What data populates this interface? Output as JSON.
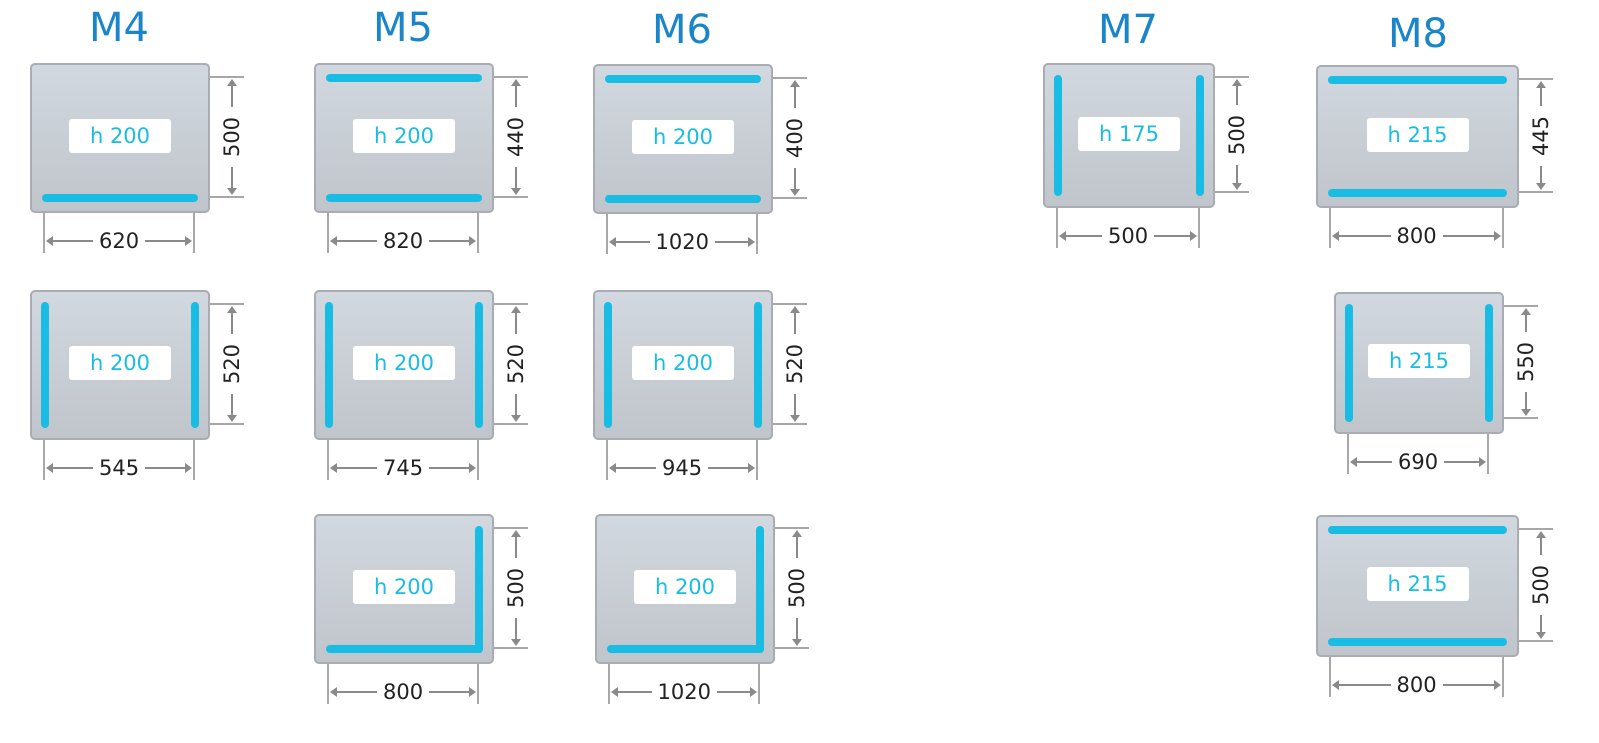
{
  "series_titles": [
    "M4",
    "M5",
    "M6",
    "M7",
    "M8"
  ],
  "sinks": [
    {
      "series": "M4",
      "depth": "h 200",
      "width": "620",
      "height": "500",
      "bars": [
        "bottom"
      ]
    },
    {
      "series": "M4",
      "depth": "h 200",
      "width": "545",
      "height": "520",
      "bars": [
        "left",
        "right"
      ]
    },
    {
      "series": "M5",
      "depth": "h 200",
      "width": "820",
      "height": "440",
      "bars": [
        "top",
        "bottom"
      ]
    },
    {
      "series": "M5",
      "depth": "h 200",
      "width": "745",
      "height": "520",
      "bars": [
        "left",
        "right"
      ]
    },
    {
      "series": "M5",
      "depth": "h 200",
      "width": "800",
      "height": "500",
      "bars": [
        "right",
        "bottom"
      ]
    },
    {
      "series": "M6",
      "depth": "h 200",
      "width": "1020",
      "height": "400",
      "bars": [
        "top",
        "bottom"
      ]
    },
    {
      "series": "M6",
      "depth": "h 200",
      "width": "945",
      "height": "520",
      "bars": [
        "left",
        "right"
      ]
    },
    {
      "series": "M6",
      "depth": "h 200",
      "width": "1020",
      "height": "500",
      "bars": [
        "right",
        "bottom"
      ]
    },
    {
      "series": "M7",
      "depth": "h 175",
      "width": "500",
      "height": "500",
      "bars": [
        "left",
        "right"
      ]
    },
    {
      "series": "M8",
      "depth": "h 215",
      "width": "800",
      "height": "445",
      "bars": [
        "top",
        "bottom"
      ]
    },
    {
      "series": "M8",
      "depth": "h 215",
      "width": "690",
      "height": "550",
      "bars": [
        "left",
        "right"
      ]
    },
    {
      "series": "M8",
      "depth": "h 215",
      "width": "800",
      "height": "500",
      "bars": [
        "top",
        "bottom"
      ]
    }
  ],
  "colors": {
    "title": "#1a86c9",
    "bar": "#19bde3",
    "panel": "#c8cdd4",
    "arrow": "#8a8a8a"
  }
}
